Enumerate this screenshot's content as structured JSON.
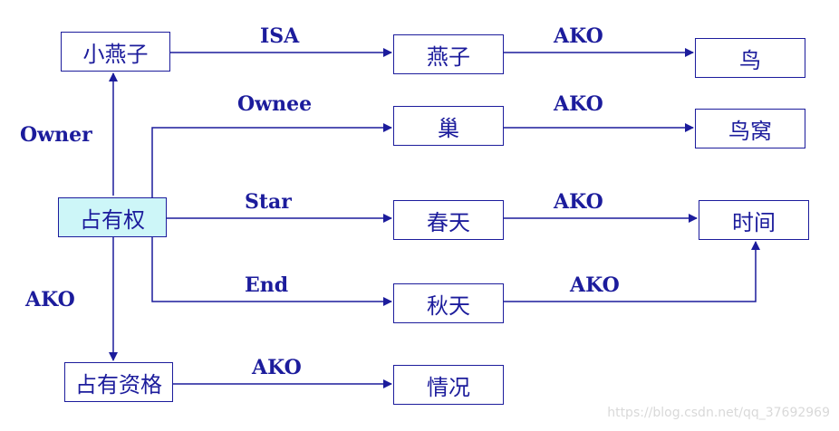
{
  "nodes": {
    "xiaoyanzi": "小燕子",
    "yanzi": "燕子",
    "niao": "鸟",
    "chao": "巢",
    "niaowo": "鸟窝",
    "zhanyouquan": "占有权",
    "chuntian": "春天",
    "shijian": "时间",
    "qiutian": "秋天",
    "zhanyouzige": "占有资格",
    "qingkuang": "情况"
  },
  "edge_labels": {
    "isa": "ISA",
    "ako_yanzi_niao": "AKO",
    "ownee": "Ownee",
    "ako_chao_niaowo": "AKO",
    "owner": "Owner",
    "star": "Star",
    "ako_chuntian_shijian": "AKO",
    "end": "End",
    "ako_qiutian_shijian": "AKO",
    "ako_zhanyouquan_zige": "AKO",
    "ako_zige_qingkuang": "AKO"
  },
  "colors": {
    "line": "#1c1c9c",
    "root_fill": "#cdf6f8"
  },
  "watermark": "https://blog.csdn.net/qq_37692969"
}
